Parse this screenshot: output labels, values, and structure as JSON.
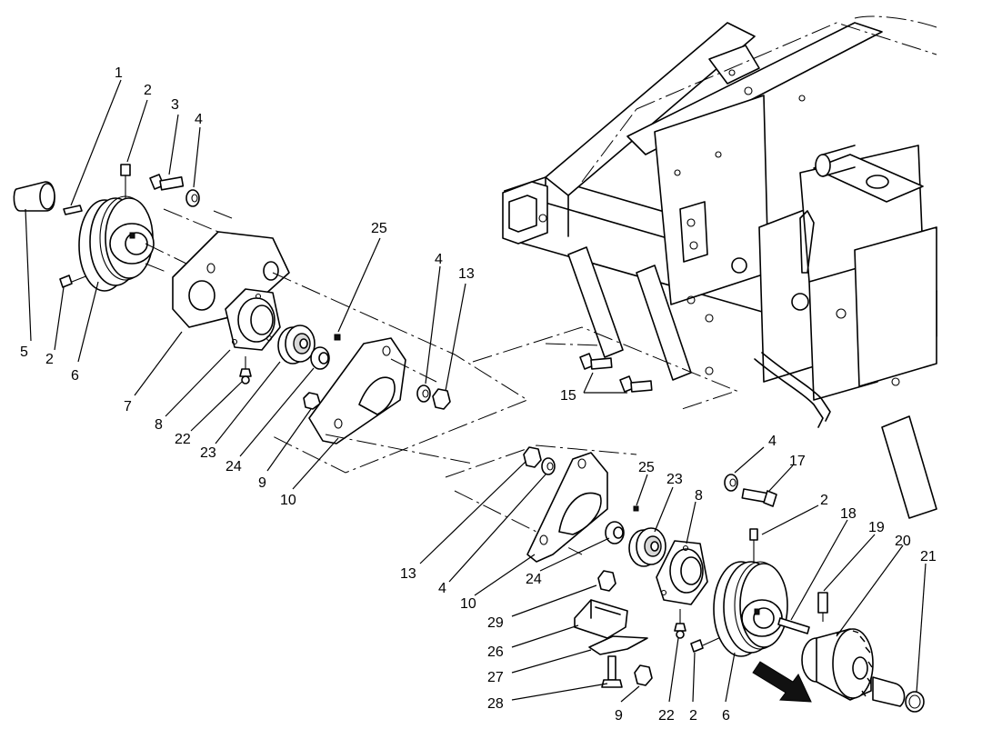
{
  "callouts": [
    {
      "id": "c-1",
      "text": "1"
    },
    {
      "id": "c-2a",
      "text": "2"
    },
    {
      "id": "c-3",
      "text": "3"
    },
    {
      "id": "c-4a",
      "text": "4"
    },
    {
      "id": "c-25a",
      "text": "25"
    },
    {
      "id": "c-4b",
      "text": "4"
    },
    {
      "id": "c-13a",
      "text": "13"
    },
    {
      "id": "c-5",
      "text": "5"
    },
    {
      "id": "c-2b",
      "text": "2"
    },
    {
      "id": "c-6a",
      "text": "6"
    },
    {
      "id": "c-7",
      "text": "7"
    },
    {
      "id": "c-8a",
      "text": "8"
    },
    {
      "id": "c-22a",
      "text": "22"
    },
    {
      "id": "c-23a",
      "text": "23"
    },
    {
      "id": "c-24a",
      "text": "24"
    },
    {
      "id": "c-9a",
      "text": "9"
    },
    {
      "id": "c-10a",
      "text": "10"
    },
    {
      "id": "c-15",
      "text": "15"
    },
    {
      "id": "c-4c",
      "text": "4"
    },
    {
      "id": "c-17",
      "text": "17"
    },
    {
      "id": "c-25b",
      "text": "25"
    },
    {
      "id": "c-23b",
      "text": "23"
    },
    {
      "id": "c-2c",
      "text": "2"
    },
    {
      "id": "c-8b",
      "text": "8"
    },
    {
      "id": "c-18",
      "text": "18"
    },
    {
      "id": "c-19",
      "text": "19"
    },
    {
      "id": "c-20",
      "text": "20"
    },
    {
      "id": "c-21",
      "text": "21"
    },
    {
      "id": "c-13b",
      "text": "13"
    },
    {
      "id": "c-4d",
      "text": "4"
    },
    {
      "id": "c-10b",
      "text": "10"
    },
    {
      "id": "c-24b",
      "text": "24"
    },
    {
      "id": "c-29",
      "text": "29"
    },
    {
      "id": "c-26",
      "text": "26"
    },
    {
      "id": "c-27",
      "text": "27"
    },
    {
      "id": "c-28",
      "text": "28"
    },
    {
      "id": "c-9b",
      "text": "9"
    },
    {
      "id": "c-22b",
      "text": "22"
    },
    {
      "id": "c-2d",
      "text": "2"
    },
    {
      "id": "c-6b",
      "text": "6"
    }
  ]
}
